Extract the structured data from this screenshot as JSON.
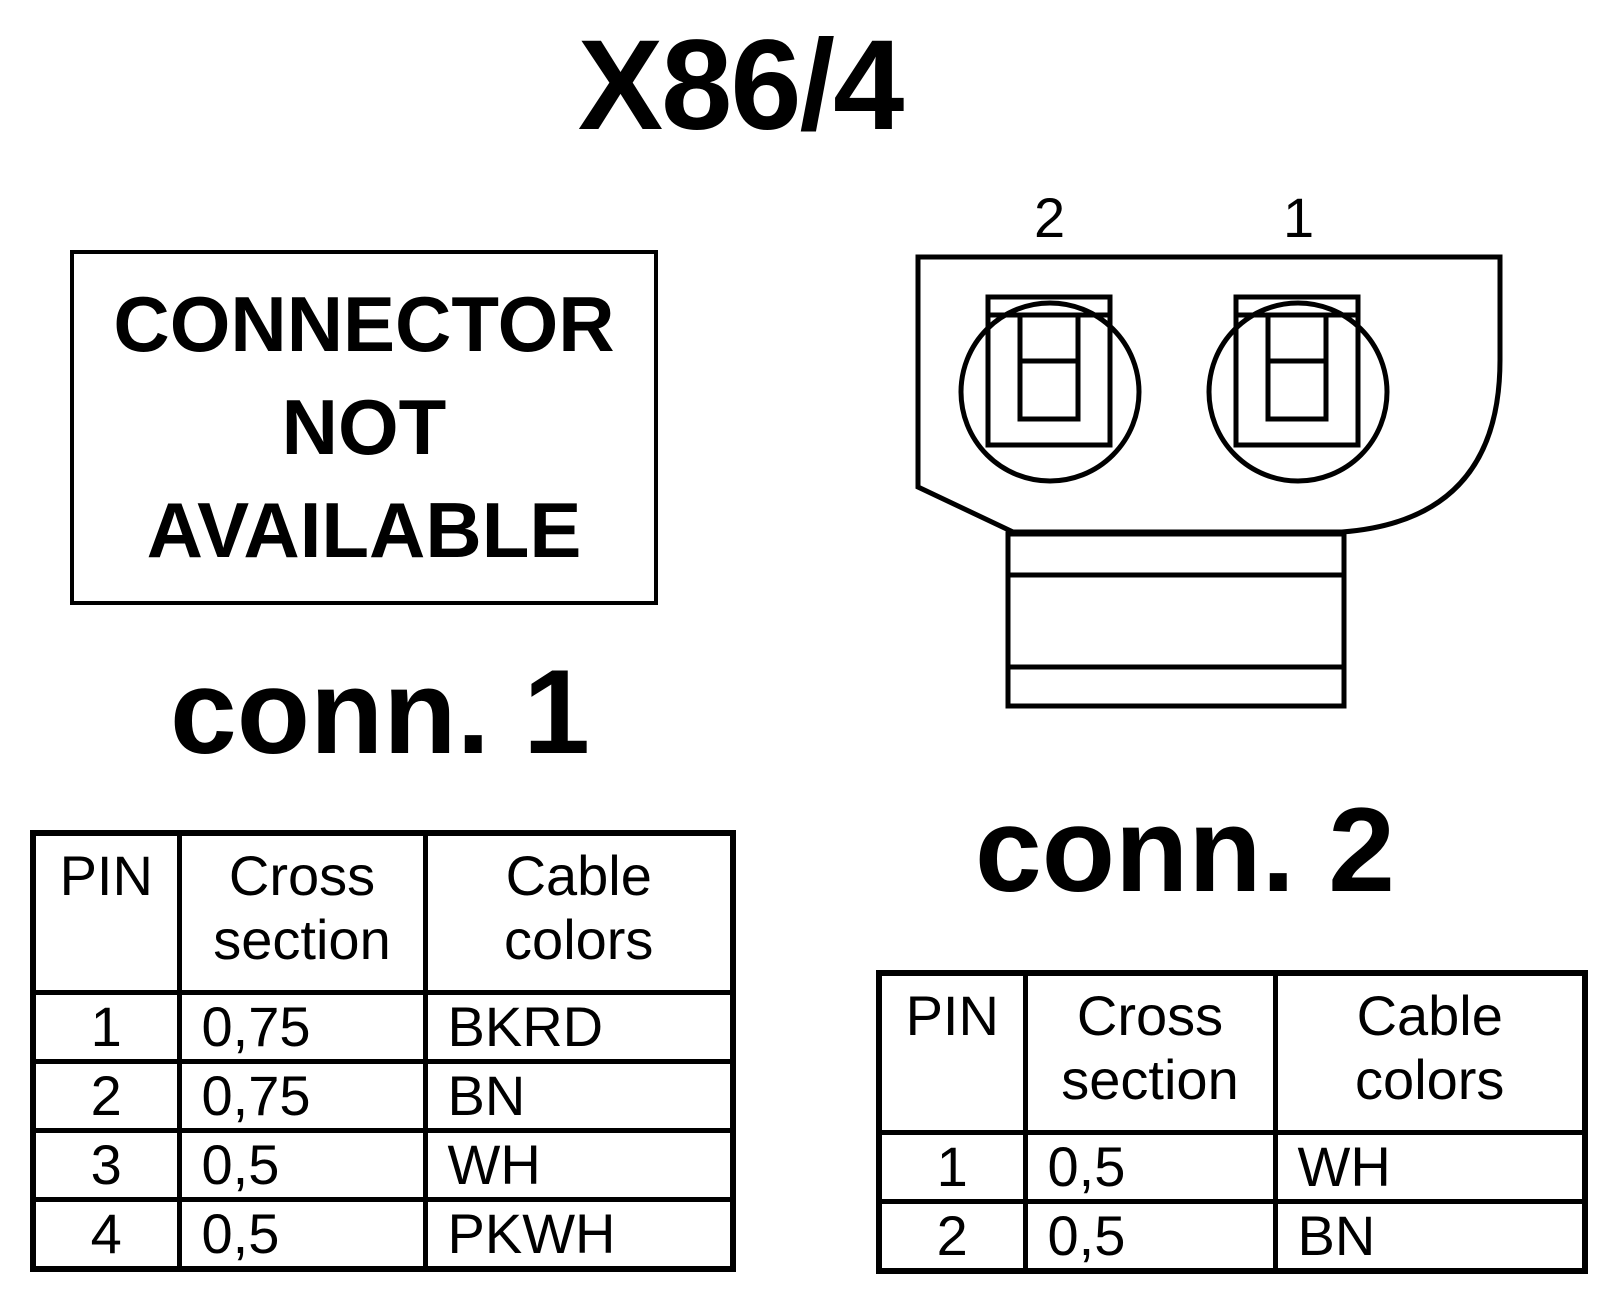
{
  "diagram": {
    "title": "X86/4",
    "not_available": {
      "lines": [
        "CONNECTOR",
        "NOT",
        "AVAILABLE"
      ]
    },
    "connector_view": {
      "pin_labels": [
        "2",
        "1"
      ]
    },
    "connectors": [
      {
        "label": "conn. 1",
        "headers": {
          "pin": "PIN",
          "cross_section": [
            "Cross",
            "section"
          ],
          "cable_colors": [
            "Cable",
            "colors"
          ]
        },
        "rows": [
          {
            "pin": "1",
            "cross_section": "0,75",
            "color": "BKRD"
          },
          {
            "pin": "2",
            "cross_section": "0,75",
            "color": "BN"
          },
          {
            "pin": "3",
            "cross_section": "0,5",
            "color": "WH"
          },
          {
            "pin": "4",
            "cross_section": "0,5",
            "color": "PKWH"
          }
        ]
      },
      {
        "label": "conn. 2",
        "headers": {
          "pin": "PIN",
          "cross_section": [
            "Cross",
            "section"
          ],
          "cable_colors": [
            "Cable",
            "colors"
          ]
        },
        "rows": [
          {
            "pin": "1",
            "cross_section": "0,5",
            "color": "WH"
          },
          {
            "pin": "2",
            "cross_section": "0,5",
            "color": "BN"
          }
        ]
      }
    ]
  }
}
